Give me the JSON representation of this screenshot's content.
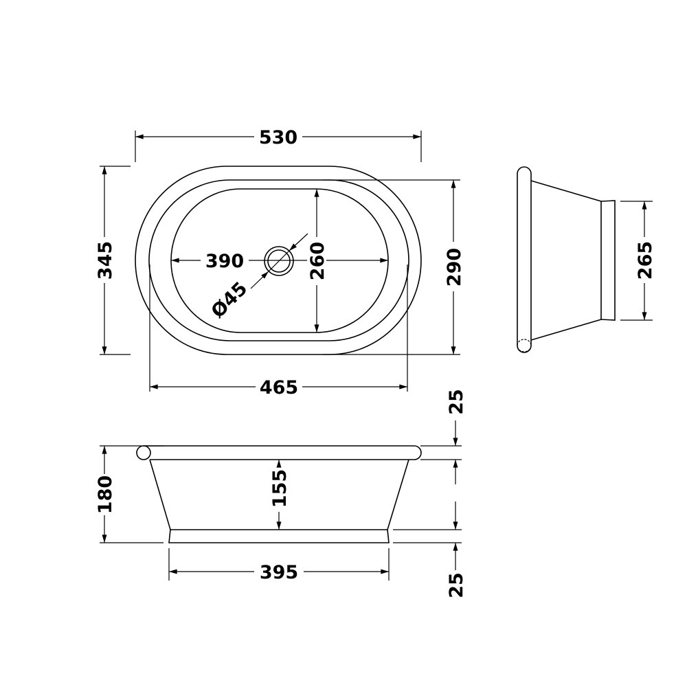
{
  "top_view": {
    "overall_length": "530",
    "overall_width": "345",
    "rim_inner_width": "290",
    "bowl_length": "390",
    "bowl_width": "260",
    "waste_diameter": "Ø45",
    "rim_inner_length": "465"
  },
  "front_view": {
    "overall_height": "180",
    "bowl_depth": "155",
    "base_length": "395",
    "rim_height": "25",
    "base_height": "25"
  },
  "side_view": {
    "base_width": "265"
  }
}
